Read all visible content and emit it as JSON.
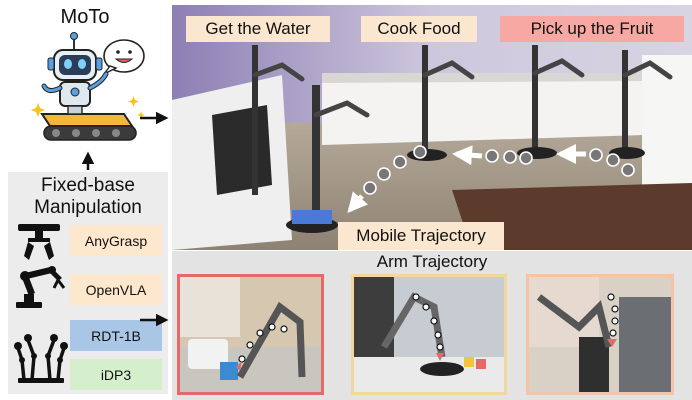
{
  "moto": {
    "title": "MoTo"
  },
  "fixed_base": {
    "title": "Fixed-base Manipulation",
    "methods": [
      {
        "label": "AnyGrasp",
        "color": "#fde7cd"
      },
      {
        "label": "OpenVLA",
        "color": "#fde7cd"
      },
      {
        "label": "RDT-1B",
        "color": "#a9c6e6"
      },
      {
        "label": "iDP3",
        "color": "#d5eecc"
      }
    ]
  },
  "tasks": [
    {
      "label": "Get the Water",
      "color": "#fbe6cf"
    },
    {
      "label": "Cook Food",
      "color": "#fbe6cf"
    },
    {
      "label": "Pick up the Fruit",
      "color": "#f7a8a2"
    }
  ],
  "mobile_trajectory": {
    "label": "Mobile Trajectory"
  },
  "arm_trajectory": {
    "label": "Arm Trajectory",
    "frame_colors": [
      "#e46a6a",
      "#f1d79a",
      "#f3c4a8"
    ]
  }
}
